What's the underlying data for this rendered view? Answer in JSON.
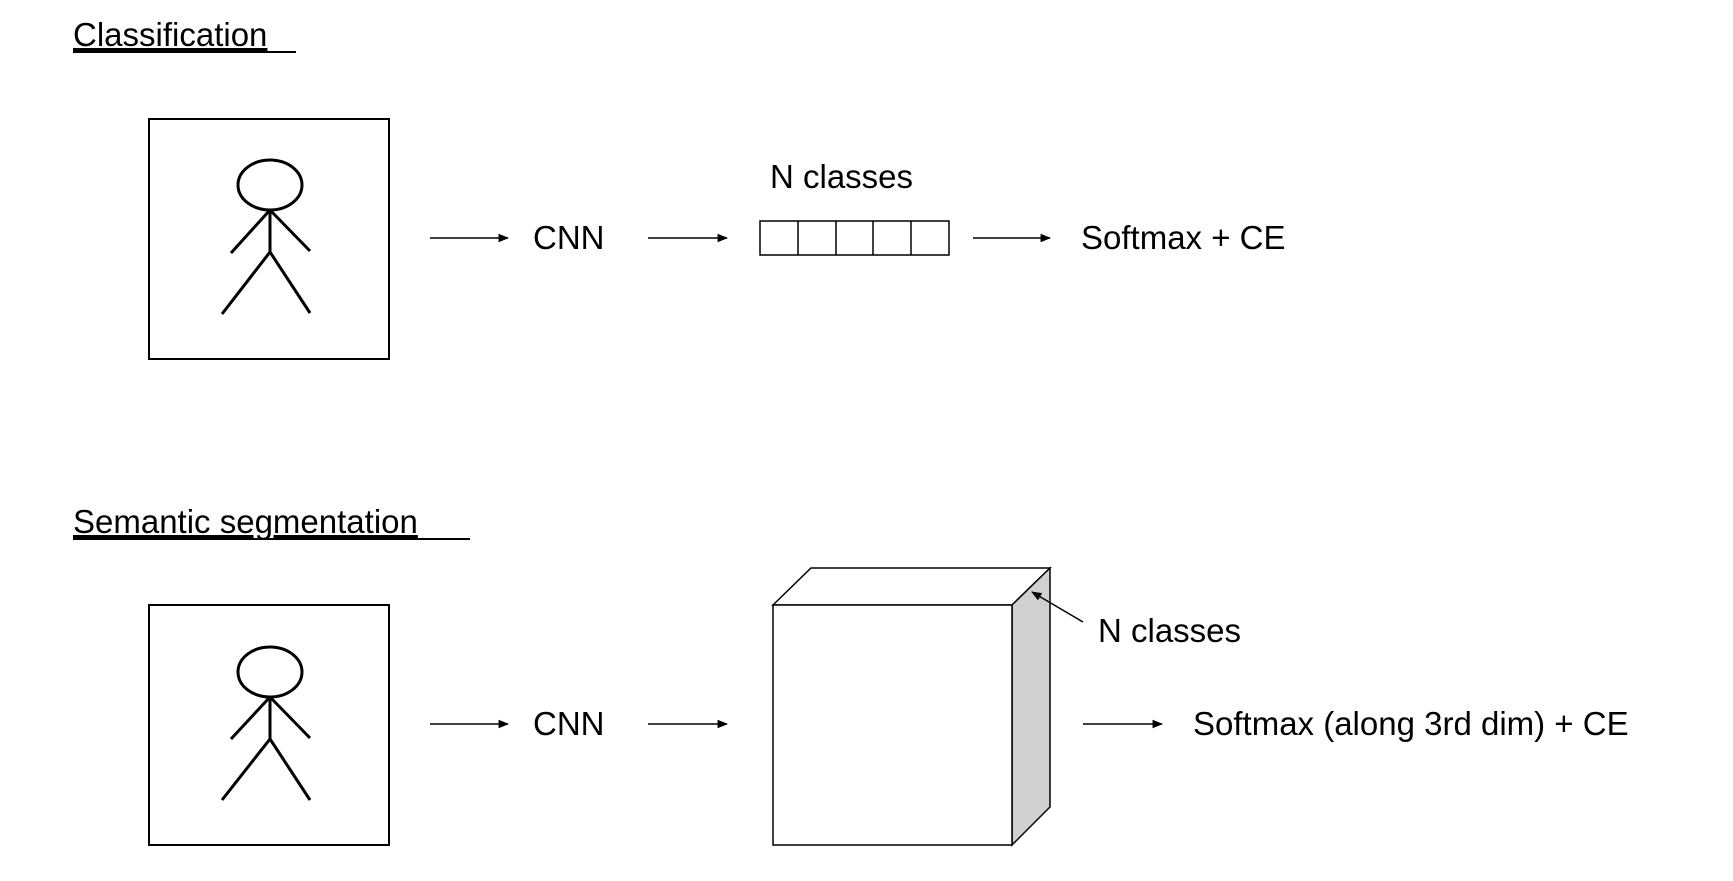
{
  "classification": {
    "heading": "Classification",
    "cnn_label": "CNN",
    "vector_label": "N classes",
    "loss_label": "Softmax + CE"
  },
  "segmentation": {
    "heading": "Semantic segmentation",
    "cnn_label": "CNN",
    "volume_label": "N classes",
    "loss_label": "Softmax (along 3rd dim) + CE"
  },
  "colors": {
    "stroke": "#000000",
    "volume_side": "#d0d0d0",
    "background": "#ffffff"
  },
  "icons": {
    "input_image": "stick-figure-icon",
    "arrow": "arrow-right-icon"
  }
}
